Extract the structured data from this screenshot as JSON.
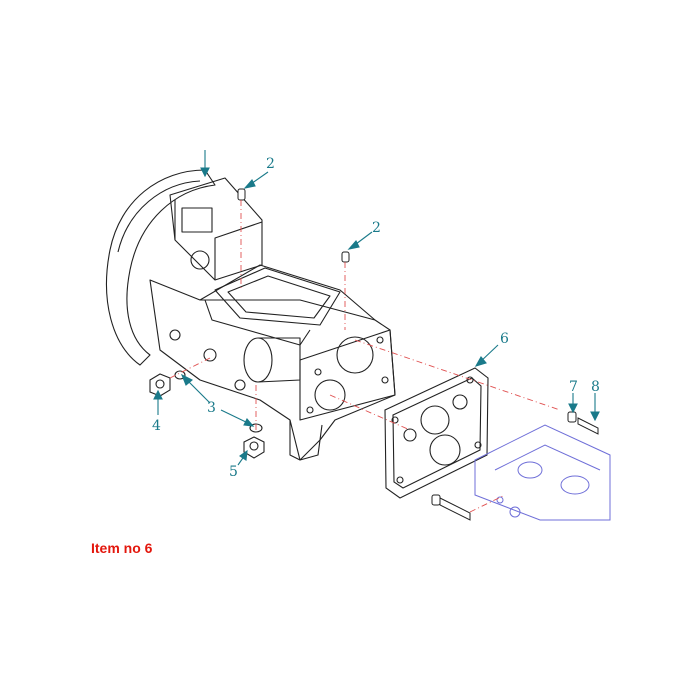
{
  "caption": "Item no 6",
  "callouts": {
    "top": "2",
    "right_dowel": "2",
    "washer": "3",
    "plug_left": "4",
    "plug_bottom": "5",
    "gasket": "6",
    "bolt_a": "7",
    "bolt_b": "8"
  },
  "colors": {
    "linework": "#222222",
    "callout": "#1a7a8a",
    "centerline": "#e05050",
    "ghost_part": "#6f6fd8",
    "caption": "#e3170d"
  }
}
